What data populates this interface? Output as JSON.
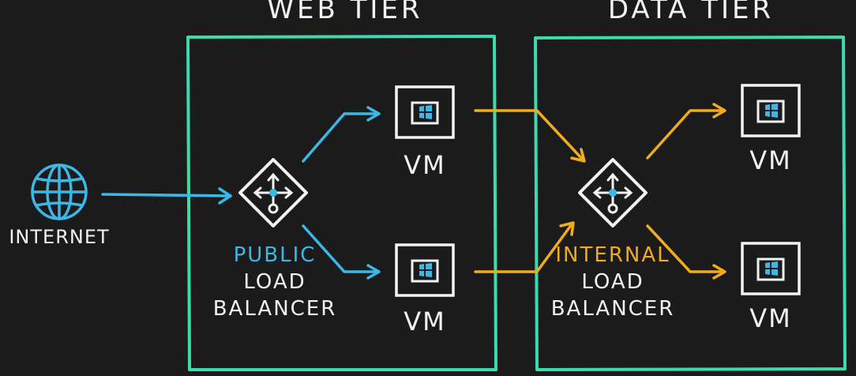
{
  "colors": {
    "background": "#1b1b1b",
    "tier_border": "#3fd9ae",
    "icon_stroke": "#f2f2f2",
    "public_flow": "#3cb8e6",
    "internal_flow": "#f0ac1e",
    "text": "#f2f2f2"
  },
  "internet": {
    "label": "INTERNET",
    "icon": "globe-icon"
  },
  "web_tier": {
    "title": "WEB TIER",
    "load_balancer": {
      "highlight": "PUBLIC",
      "line2": "LOAD",
      "line3": "BALANCER",
      "icon": "load-balancer-icon"
    },
    "vms": [
      {
        "label": "VM",
        "icon": "vm-windows-icon"
      },
      {
        "label": "VM",
        "icon": "vm-windows-icon"
      }
    ]
  },
  "data_tier": {
    "title": "DATA TIER",
    "load_balancer": {
      "highlight": "INTERNAL",
      "line2": "LOAD",
      "line3": "BALANCER",
      "icon": "load-balancer-icon"
    },
    "vms": [
      {
        "label": "VM",
        "icon": "vm-windows-icon"
      },
      {
        "label": "VM",
        "icon": "vm-windows-icon"
      }
    ]
  }
}
